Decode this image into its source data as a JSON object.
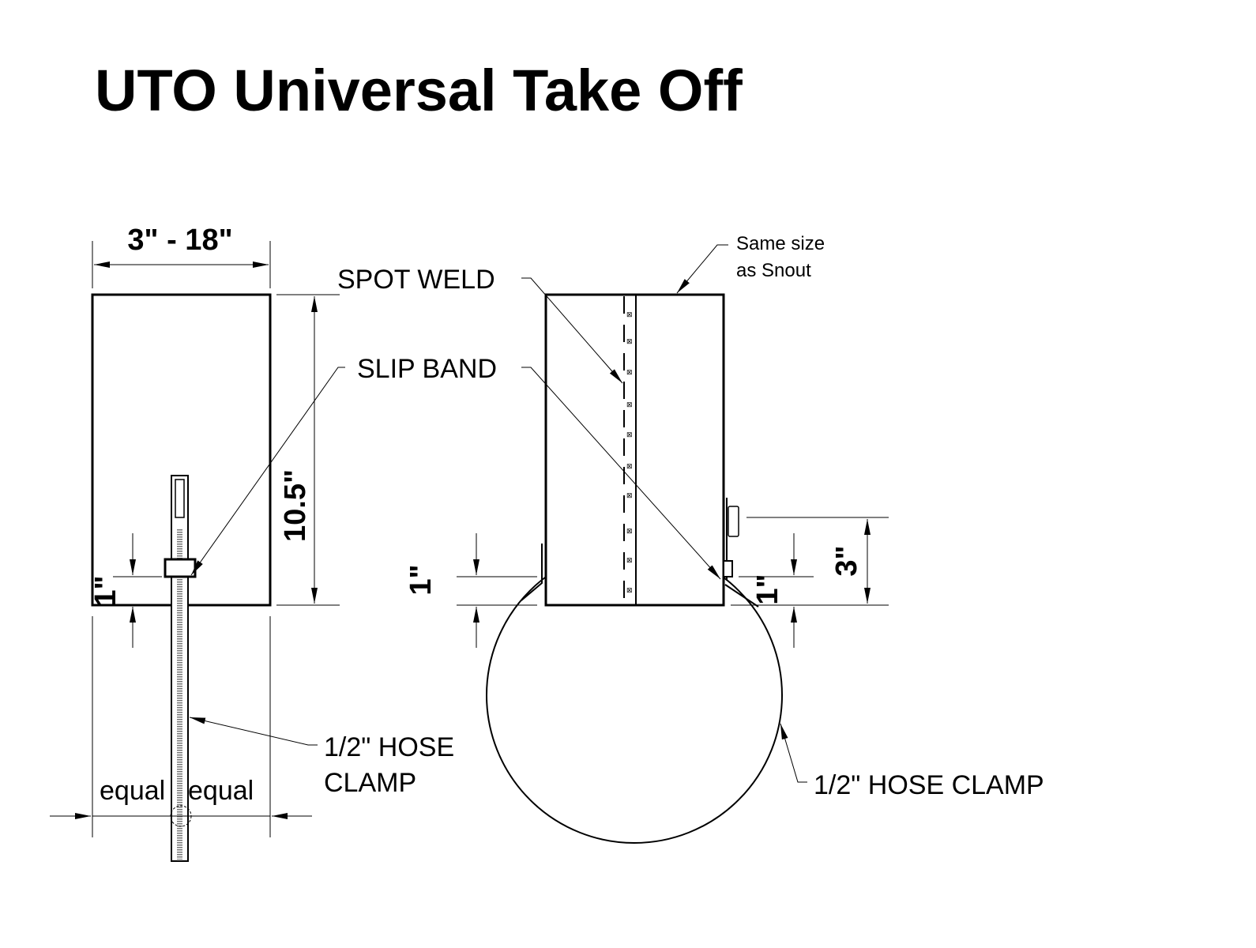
{
  "title": "UTO Universal Take Off",
  "left_view": {
    "width_dim": "3\" - 18\"",
    "height_dim": "10.5\"",
    "offset_dim": "1\"",
    "equal_left": "equal",
    "equal_right": "equal",
    "hose_clamp_line1": "1/2\" HOSE",
    "hose_clamp_line2": "CLAMP"
  },
  "callouts": {
    "spot_weld": "SPOT WELD",
    "slip_band": "SLIP BAND"
  },
  "right_view": {
    "note_line1": "Same size",
    "note_line2": "as Snout",
    "left_offset_dim": "1\"",
    "right_offset_dim": "1\"",
    "bracket_dim": "3\"",
    "hose_clamp": "1/2\" HOSE CLAMP"
  },
  "colors": {
    "ink": "#000000",
    "paper": "#ffffff"
  }
}
